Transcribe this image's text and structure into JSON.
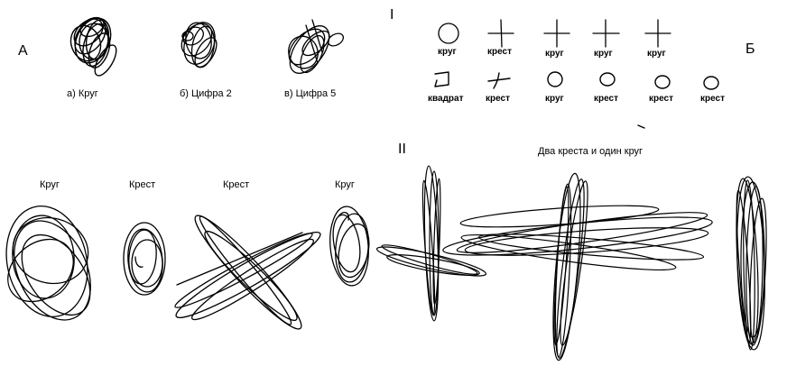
{
  "panel_labels": {
    "a": "А",
    "b": "Б",
    "i": "I",
    "ii": "II"
  },
  "row_a_captions": [
    "а) Круг",
    "б) Цифра 2",
    "в) Цифра 5"
  ],
  "row_b_top_captions": [
    "круг",
    "крест",
    "круг",
    "круг",
    "круг"
  ],
  "row_b_bottom_captions": [
    "квадрат",
    "крест",
    "круг",
    "крест",
    "крест",
    "крест"
  ],
  "bottom_left_titles": [
    "Круг",
    "Крест",
    "Крест",
    "Круг"
  ],
  "bottom_right_title": "Два креста и один круг"
}
